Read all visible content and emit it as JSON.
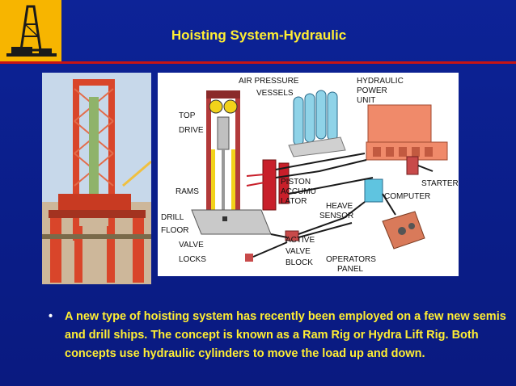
{
  "slide": {
    "title": "Hoisting System-Hydraulic",
    "bullet": "A new type of hoisting system has recently been employed on a few new semis and drill ships. The concept is known as a Ram Rig or Hydra Lift Rig.  Both concepts use hydraulic cylinders to move the load up and down."
  },
  "diagram": {
    "labels": {
      "air_pressure": "AIR PRESSURE",
      "vessels": "VESSELS",
      "hydraulic": "HYDRAULIC",
      "power": "POWER",
      "unit": "UNIT",
      "top": "TOP",
      "drive": "DRIVE",
      "piston": "PISTON",
      "accumu": "ACCUMU",
      "lator": "LATOR",
      "starters": "STARTERS",
      "computer": "COMPUTER",
      "heave": "HEAVE",
      "sensor": "SENSOR",
      "rams": "RAMS",
      "drill": "DRILL",
      "floor": "FLOOR",
      "valve": "VALVE",
      "locks": "LOCKS",
      "active": "ACTIVE",
      "valve2": "VALVE",
      "block": "BLOCK",
      "operators": "OPERATORS",
      "panel": "PANEL"
    }
  },
  "colors": {
    "title": "#ffee33",
    "bullet": "#ffee33",
    "rule": "#c81414",
    "background": "#0d2397"
  },
  "icons": {
    "logo": "drilling-rig-logo-icon",
    "bullet": "bullet-dot-icon"
  }
}
